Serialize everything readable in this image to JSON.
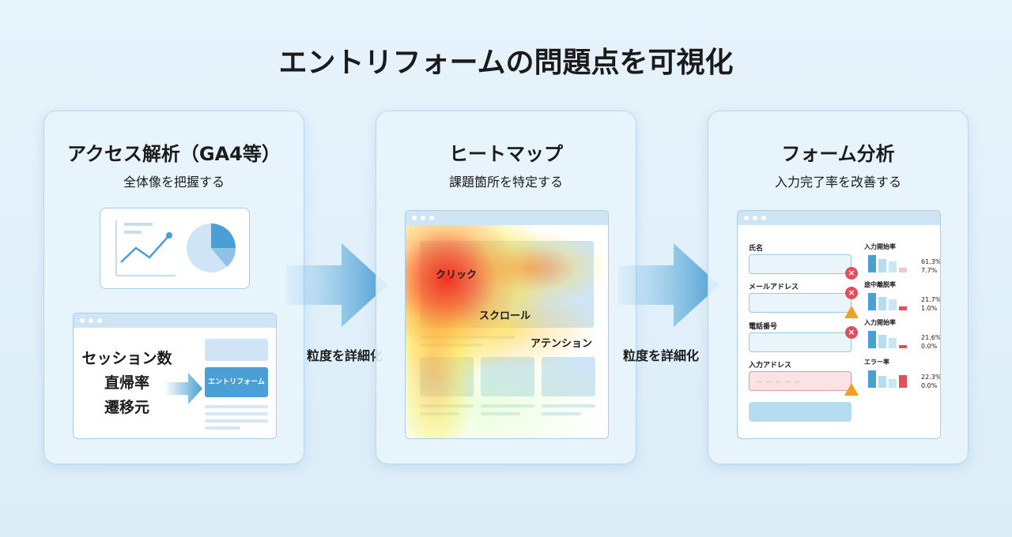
{
  "title": "エントリフォームの問題点を可視化",
  "panels": [
    {
      "heading": "アクセス解析（GA4等）",
      "sub": "全体像を把握する",
      "metrics": [
        "セッション数",
        "直帰率",
        "遷移元"
      ],
      "button": "エントリフォーム"
    },
    {
      "heading": "ヒートマップ",
      "sub": "課題箇所を特定する",
      "labels": {
        "click": "クリック",
        "scroll": "スクロール",
        "attention": "アテンション"
      }
    },
    {
      "heading": "フォーム分析",
      "sub": "入力完了率を改善する",
      "fields": [
        "氏名",
        "メールアドレス",
        "電話番号",
        "入力アドレス"
      ],
      "error_placeholder": "－ － － － －",
      "stats": [
        {
          "label": "入力開始率",
          "values": [
            "61.3%",
            "7.7%"
          ]
        },
        {
          "label": "途中離脱率",
          "values": [
            "21.7%",
            "1.0%"
          ]
        },
        {
          "label": "入力開始率",
          "values": [
            "21.6%",
            "0.0%"
          ]
        },
        {
          "label": "エラー率",
          "values": [
            "22.3%",
            "0.0%"
          ]
        }
      ]
    }
  ],
  "arrows": [
    "粒度を詳細化",
    "粒度を詳細化"
  ],
  "colors": {
    "accent": "#4a9fd4",
    "error": "#e0505a",
    "warning": "#f0a020"
  }
}
